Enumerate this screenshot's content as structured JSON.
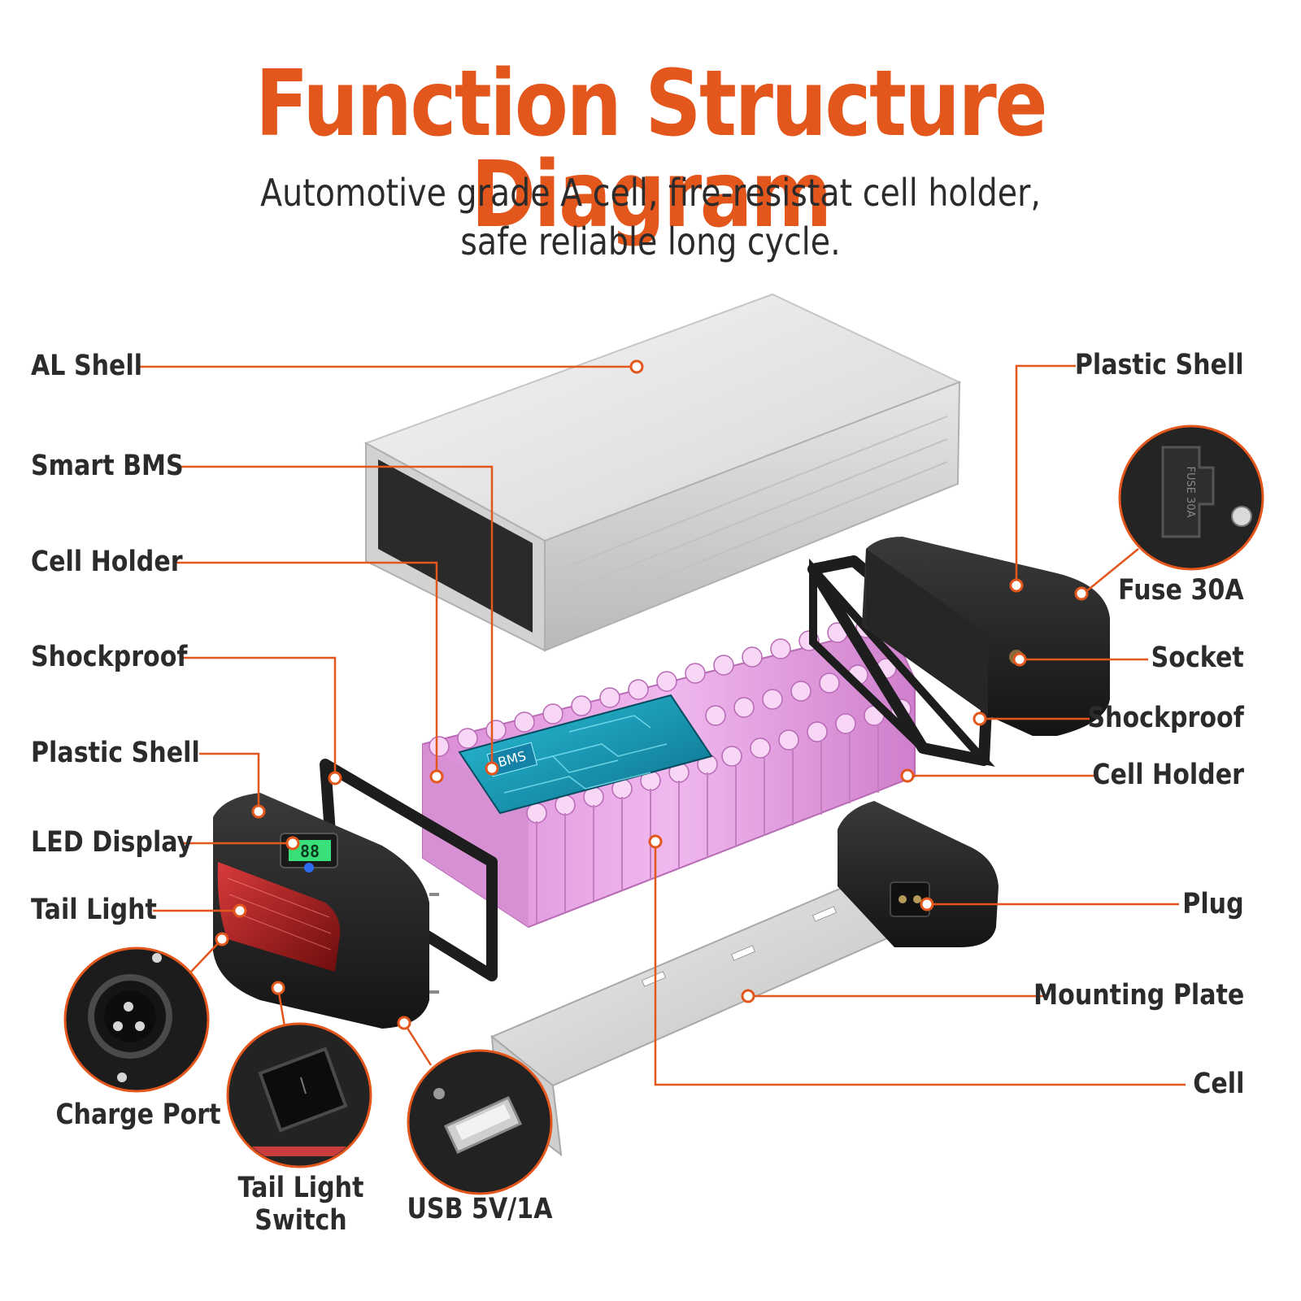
{
  "header": {
    "title": "Function Structure Diagram",
    "subtitle_line1": "Automotive grade A cell, fire-resistat cell holder,",
    "subtitle_line2": "safe reliable long cycle."
  },
  "component_labels": {
    "bms_chip": "BMS",
    "fuse_cover": "FUSE 30A",
    "display_digits": "88"
  },
  "left_callouts": {
    "al_shell": "AL Shell",
    "smart_bms": "Smart BMS",
    "cell_holder": "Cell Holder",
    "shockproof": "Shockproof",
    "plastic_shell": "Plastic Shell",
    "led_display": "LED Display",
    "tail_light": "Tail Light"
  },
  "right_callouts": {
    "plastic_shell": "Plastic Shell",
    "fuse": "Fuse 30A",
    "socket": "Socket",
    "shockproof": "Shockproof",
    "cell_holder": "Cell Holder",
    "plug": "Plug",
    "mounting_plate": "Mounting Plate",
    "cell": "Cell"
  },
  "bottom_callouts": {
    "charge_port": "Charge Port",
    "tail_light_switch_line1": "Tail Light",
    "tail_light_switch_line2": "Switch",
    "usb": "USB 5V/1A"
  },
  "colors": {
    "accent": "#e3561c",
    "text": "#2b2b2b",
    "cell_pink": "#e9a3e6",
    "housing_black": "#1f1f1f",
    "aluminum": "#dcdcdc"
  }
}
